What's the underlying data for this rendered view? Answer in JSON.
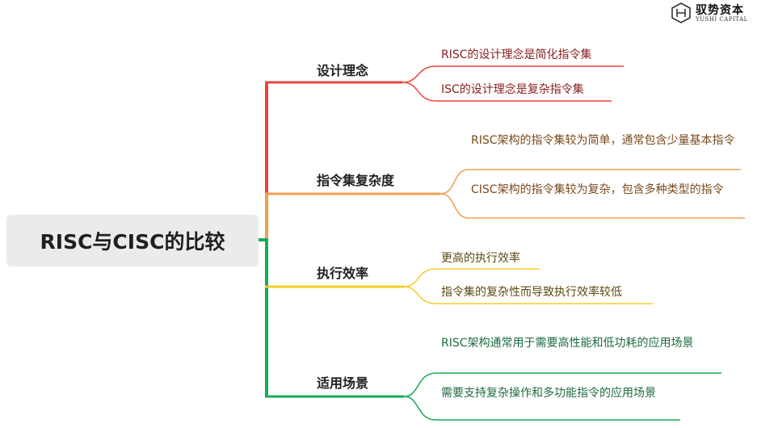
{
  "logo": {
    "name": "驭势资本",
    "subtitle": "YUSHI CAPITAL"
  },
  "root": {
    "label": "RISC与CISC的比较"
  },
  "branches": [
    {
      "label": "设计理念",
      "color": "#e8453c",
      "leaves": [
        "RISC的设计理念是简化指令集",
        "ISC的设计理念是复杂指令集"
      ]
    },
    {
      "label": "指令集复杂度",
      "color": "#f0a050",
      "leaves": [
        "RISC架构的指令集较为简单，通常包含少量基本指令",
        "CISC架构的指令集较为复杂，包含多种类型的指令"
      ]
    },
    {
      "label": "执行效率",
      "color": "#f5cd2a",
      "leaves": [
        "更高的执行效率",
        "指令集的复杂性而导致执行效率较低"
      ]
    },
    {
      "label": "适用场景",
      "color": "#1aaa55",
      "leaves": [
        "RISC架构通常用于需要高性能和低功耗的应用场景",
        "需要支持复杂操作和多功能指令的应用场景"
      ]
    }
  ]
}
